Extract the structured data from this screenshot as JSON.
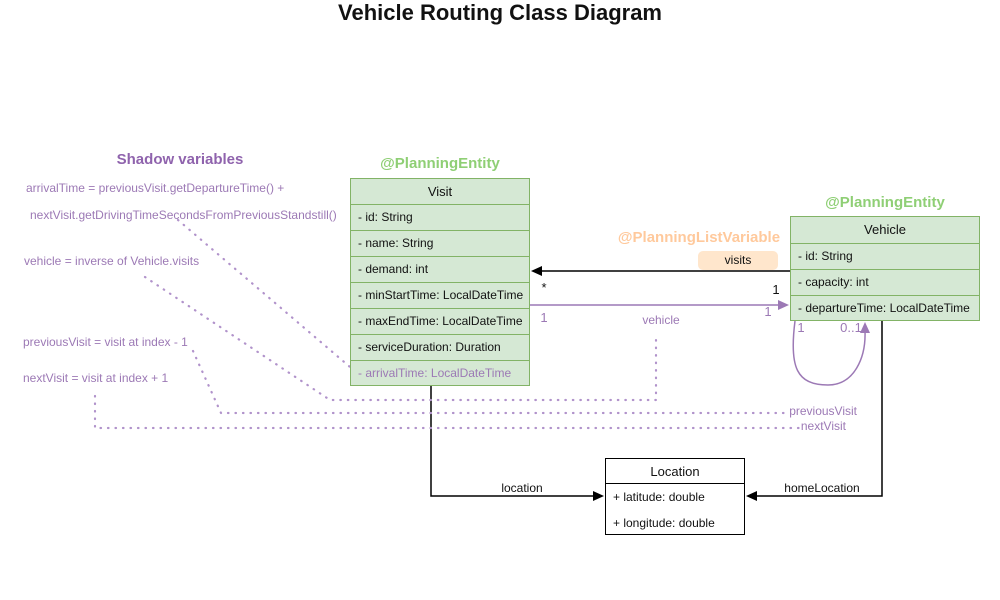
{
  "title": "Vehicle Routing Class Diagram",
  "colors": {
    "class_fill": "#d5e8d4",
    "class_border": "#82b366",
    "entity_annotation": "#8fcf75",
    "list_variable_annotation": "#ffc99c",
    "visits_chip_bg": "#ffe6cc",
    "purple": "#9c79b5",
    "black": "#000000"
  },
  "shadow": {
    "heading": "Shadow variables",
    "lines": [
      "arrivalTime = previousVisit.getDepartureTime() +",
      "nextVisit.getDrivingTimeSecondsFromPreviousStandstill()",
      "vehicle = inverse of Vehicle.visits",
      "previousVisit = visit at index - 1",
      "nextVisit = visit at index + 1"
    ]
  },
  "classes": {
    "visit": {
      "annotation": "@PlanningEntity",
      "name": "Visit",
      "fields": [
        "- id: String",
        "- name: String",
        "- demand: int",
        "- minStartTime: LocalDateTime",
        "- maxEndTime: LocalDateTime",
        "- serviceDuration: Duration",
        "- arrivalTime: LocalDateTime"
      ]
    },
    "vehicle": {
      "annotation": "@PlanningEntity",
      "name": "Vehicle",
      "fields": [
        "- id: String",
        "- capacity: int",
        "- departureTime: LocalDateTime"
      ]
    },
    "location": {
      "name": "Location",
      "fields": [
        "+ latitude: double",
        "+ longitude: double"
      ]
    }
  },
  "relations": {
    "visits": {
      "annotation": "@PlanningListVariable",
      "label": "visits",
      "visit_mult": "*",
      "vehicle_mult": "1"
    },
    "vehicle_edge": {
      "label": "vehicle",
      "left_mult": "1",
      "right_mult": "1"
    },
    "self_loop": {
      "left_mult": "1",
      "right_mult": "0..1"
    },
    "previous_visit": "previousVisit",
    "next_visit": "nextVisit",
    "location_edge": "location",
    "home_location_edge": "homeLocation"
  }
}
